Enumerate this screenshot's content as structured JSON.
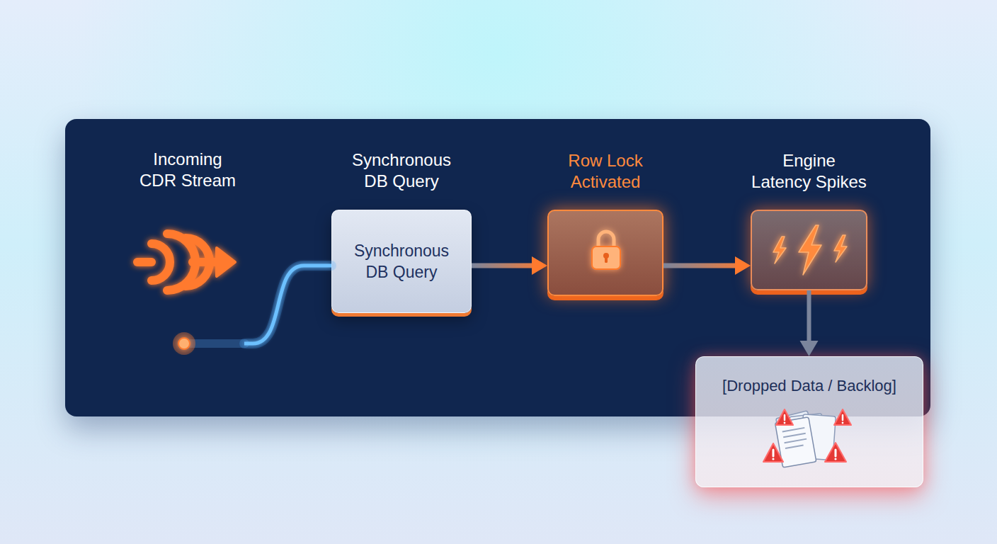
{
  "diagram": {
    "nodes": [
      {
        "text": [
          "Incoming CDR Stream"
        ]
      },
      {
        "text": [
          "Synchronous DB Query",
          "Synchronous DB Query"
        ]
      },
      {
        "text": [
          "Row Lock Activated"
        ]
      },
      {
        "text": [
          "Engine Latency Spikes"
        ]
      },
      {
        "text": [
          "[Dropped Data / Backlog]"
        ]
      }
    ],
    "edges": [
      {
        "from": 0,
        "to": 1,
        "arrow": "none"
      },
      {
        "from": 1,
        "to": 2,
        "arrow": "to"
      },
      {
        "from": 2,
        "to": 3,
        "arrow": "to"
      },
      {
        "from": 3,
        "to": 4,
        "arrow": "to"
      }
    ]
  }
}
